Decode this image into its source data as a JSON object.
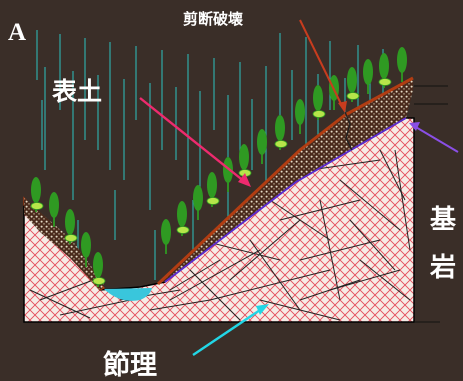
{
  "panel_letter": "A",
  "labels": {
    "shear_failure": "剪断破壊",
    "topsoil": "表土",
    "bedrock_char1": "基",
    "bedrock_char2": "岩",
    "joints": "節理"
  },
  "colors": {
    "background": "#3a2e28",
    "rain": "#2fa9a6",
    "topsoil_fill": "#4a2a1c",
    "topsoil_dots": "#e6ddc8",
    "soil_edge": "#b23d12",
    "bedrock_fill": "#f6ece6",
    "bedrock_hatch": "#e54b5a",
    "joint_lines": "#222222",
    "tree_green": "#2f9a22",
    "tree_light": "#b6e54a",
    "pond": "#39c6dc",
    "arrow_shear": "#c83c1e",
    "arrow_topsoil": "#ee2a6e",
    "arrow_bedrock": "#8a4fe6",
    "arrow_joints": "#22d6e6",
    "sliding_plane": "#5a2bd0"
  }
}
